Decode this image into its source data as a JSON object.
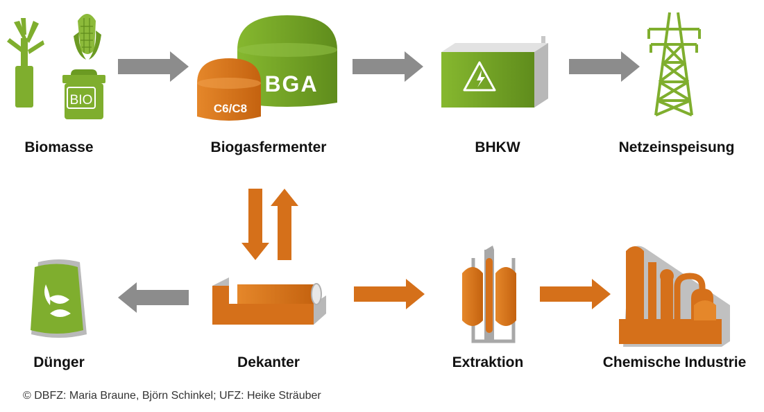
{
  "colors": {
    "green": "#6b9a22",
    "orange": "#d5701a",
    "gray": "#8a8a8a"
  },
  "nodes": {
    "biomasse": "Biomasse",
    "biogasfermenter": "Biogasfermenter",
    "bhkw": "BHKW",
    "netzeinspeisung": "Netzeinspeisung",
    "duenger": "Dünger",
    "dekanter": "Dekanter",
    "extraktion": "Extraktion",
    "chemische_industrie": "Chemische Industrie"
  },
  "icons": {
    "bio_bin": "BIO",
    "tank_small": "C6/C8",
    "tank_large": "BGA"
  },
  "credit": "© DBFZ: Maria Braune, Björn Schinkel; UFZ: Heike Sträuber"
}
